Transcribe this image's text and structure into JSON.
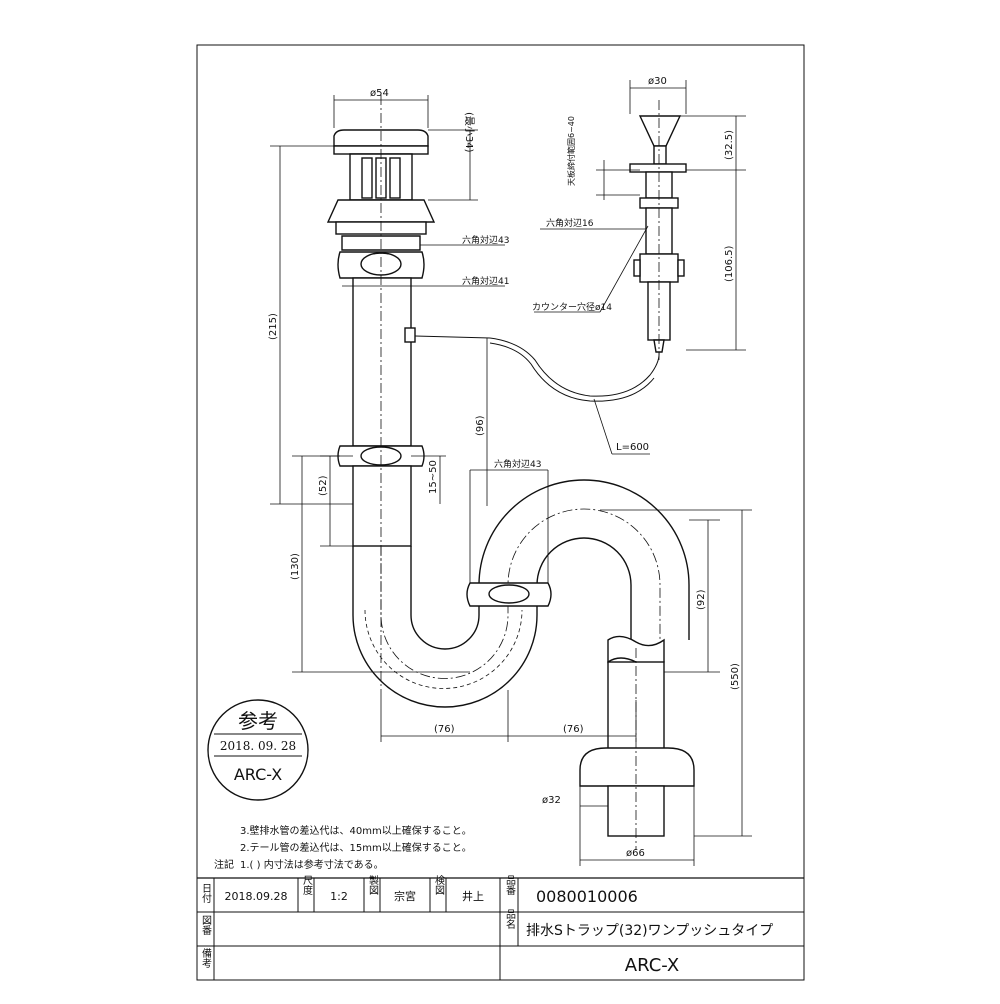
{
  "drawing": {
    "dimensions": {
      "d54": "ø54",
      "min34": "(最小34)",
      "h215": "(215)",
      "hex43_top": "六角対辺43",
      "hex41": "六角対辺41",
      "h96": "(96)",
      "h52": "(52)",
      "r15_50": "15~50",
      "hex43_trap": "六角対辺43",
      "h130": "(130)",
      "w76_left": "(76)",
      "w76_right": "(76)",
      "h92": "(92)",
      "h550": "(550)",
      "d32": "ø32",
      "d66": "ø66",
      "d30": "ø30",
      "h32_5": "(32.5)",
      "counter_range": "天板締付範囲6~40",
      "hex16": "六角対辺16",
      "h106_5": "(106.5)",
      "counter_hole": "カウンター穴径ø14",
      "cable_len": "L=600"
    },
    "notes": {
      "label": "注記",
      "line1": "1.( ) 内寸法は参考寸法である。",
      "line2": "2.テール管の差込代は、15mm以上確保すること。",
      "line3": "3.壁排水管の差込代は、40mm以上確保すること。"
    },
    "stamp": {
      "title": "参考",
      "date": "2018. 09. 28",
      "brand": "ARC-X"
    }
  },
  "title_block": {
    "date_label": "日付",
    "date_value": "2018.09.28",
    "scale_label": "尺度",
    "scale_value": "1:2",
    "drawn_label": "製図",
    "drawn_value": "宗宮",
    "checked_label": "検図",
    "checked_value": "井上",
    "number_label": "品番",
    "number_value": "0080010006",
    "name_label": "品名",
    "name_value": "排水Sトラップ(32)ワンプッシュタイプ",
    "figure_label": "図番",
    "remarks_label": "備考",
    "brand": "ARC-X"
  }
}
